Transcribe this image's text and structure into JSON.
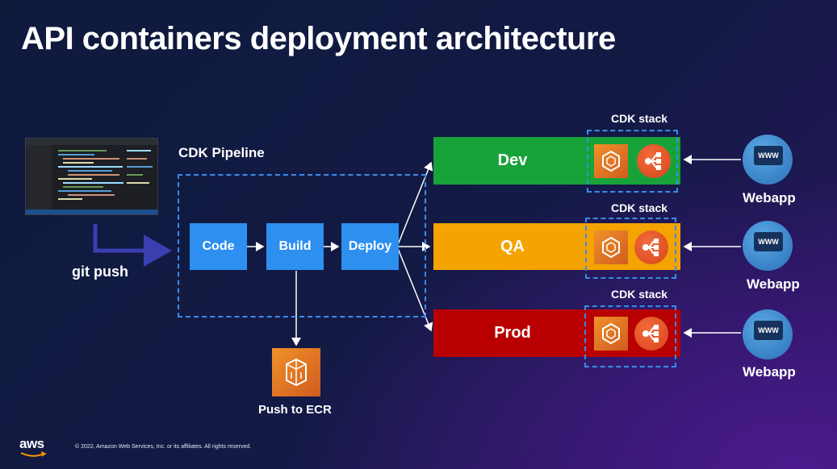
{
  "slide": {
    "title": "API containers deployment architecture",
    "footer": "© 2022, Amazon Web Services, Inc. or its affiliates. All rights reserved.",
    "logo_text": "aws"
  },
  "developer": {
    "action_label": "git push"
  },
  "pipeline": {
    "label": "CDK Pipeline",
    "stages": [
      {
        "label": "Code"
      },
      {
        "label": "Build"
      },
      {
        "label": "Deploy"
      }
    ],
    "stage_color": "#2d8ff0"
  },
  "ecr": {
    "label": "Push to ECR",
    "icon": "ecr-icon",
    "color": "#e8702a"
  },
  "environments": [
    {
      "name": "Dev",
      "color": "#17a33a",
      "stack_label": "CDK stack",
      "client_label": "Webapp"
    },
    {
      "name": "QA",
      "color": "#f5a300",
      "stack_label": "CDK stack",
      "client_label": "Webapp"
    },
    {
      "name": "Prod",
      "color": "#b80000",
      "stack_label": "CDK stack",
      "client_label": "Webapp"
    }
  ],
  "icons": {
    "container": "ecs-container-icon",
    "load_balancer": "load-balancer-icon",
    "client": "www-client-icon",
    "client_text": "WWW"
  }
}
